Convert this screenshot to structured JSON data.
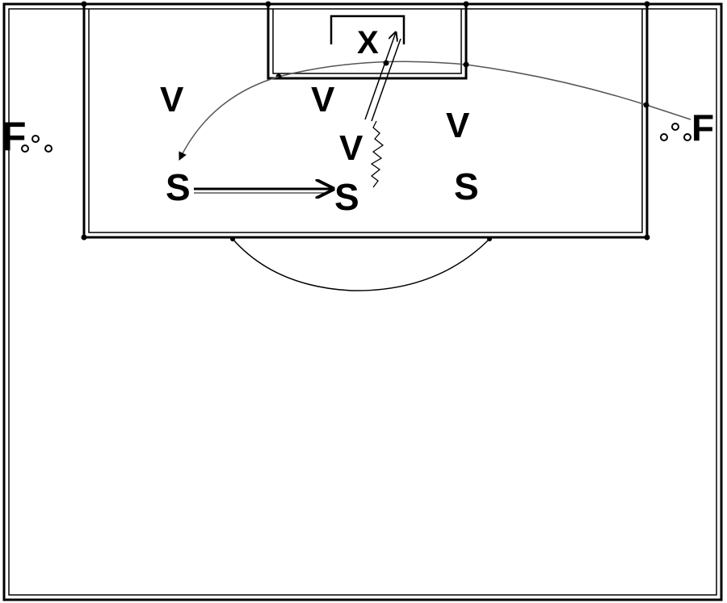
{
  "colors": {
    "ink": "#000000",
    "background": "#ffffff",
    "pass_line": "#555555"
  },
  "labels": {
    "goalkeeper": "X",
    "defender": "V",
    "striker": "S",
    "feeder": "F"
  },
  "icons": {
    "cone": "small-circle"
  }
}
